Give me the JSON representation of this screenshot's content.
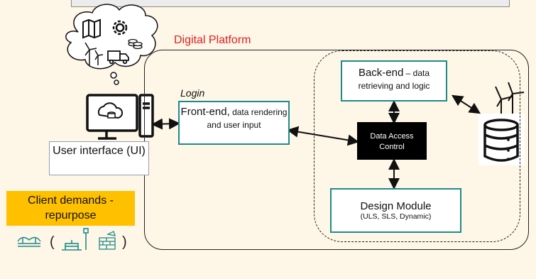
{
  "platform_label": "Digital Platform",
  "login_label": "Login",
  "frontend": {
    "title": "Front-end,",
    "detail": " data rendering and user input"
  },
  "backend": {
    "title": "Back-end",
    "detail": " – data retrieving and logic"
  },
  "data_access_control": "Data Access Control",
  "design_module": {
    "title": "Design Module",
    "detail": "(ULS, SLS, Dynamic)"
  },
  "user_interface": "User interface (UI)",
  "client_demands": "Client demands - repurpose",
  "paren_open": "(",
  "paren_close": ")",
  "colors": {
    "teal": "#1F8A8A",
    "red": "#E02020",
    "amber": "#FFC000",
    "bg": "#FEF6E6"
  },
  "icons": [
    "map-icon",
    "gear-icon",
    "coins-icon",
    "wind-turbine-icon",
    "truck-icon",
    "computer-icon",
    "database-icon",
    "bridge-icon",
    "bench-icon",
    "lamp-icon",
    "wall-icon"
  ]
}
